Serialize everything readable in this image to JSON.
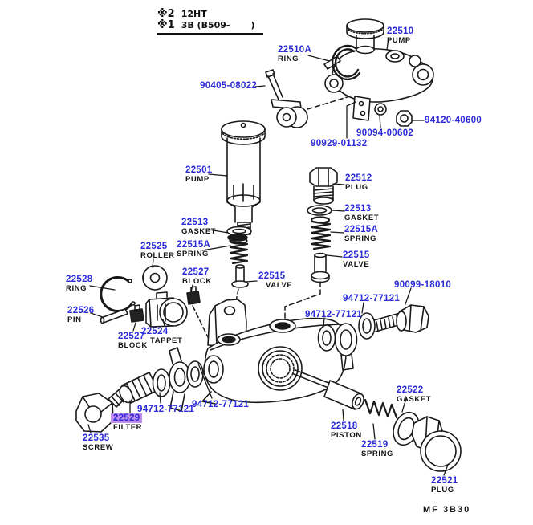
{
  "header": {
    "note_top_mark": "※2",
    "note_top_text": "12HT",
    "note_bottom_mark": "※1",
    "note_bottom_text": "3B (B509-",
    "note_bottom_suffix": ")"
  },
  "footer": {
    "code": "MF 3B30"
  },
  "colors": {
    "part_number_blue": "#2b2bd8",
    "highlight_purple": "#c08df0",
    "line_black": "#1a1a1a",
    "background": "#ffffff"
  },
  "highlighted_part": {
    "number": "22529",
    "name": "FILTER"
  },
  "labels": [
    {
      "number": "22510",
      "name": "PUMP"
    },
    {
      "number": "22510A",
      "name": "RING"
    },
    {
      "number": "90405-08022",
      "name": ""
    },
    {
      "number": "90929-01132",
      "name": ""
    },
    {
      "number": "90094-00602",
      "name": ""
    },
    {
      "number": "94120-40600",
      "name": ""
    },
    {
      "number": "22501",
      "name": "PUMP"
    },
    {
      "number": "22513",
      "name": "GASKET"
    },
    {
      "number": "22512",
      "name": "PLUG"
    },
    {
      "number": "22513",
      "name": "GASKET"
    },
    {
      "number": "22515A",
      "name": "SPRING"
    },
    {
      "number": "22515",
      "name": "VALVE"
    },
    {
      "number": "22525",
      "name": "ROLLER"
    },
    {
      "number": "22515A",
      "name": "SPRING"
    },
    {
      "number": "22527",
      "name": "BLOCK"
    },
    {
      "number": "22515",
      "name": "VALVE"
    },
    {
      "number": "22528",
      "name": "RING"
    },
    {
      "number": "22526",
      "name": "PIN"
    },
    {
      "number": "22524",
      "name": "TAPPET"
    },
    {
      "number": "22527",
      "name": "BLOCK"
    },
    {
      "number": "90099-18010",
      "name": ""
    },
    {
      "number": "94712-77121",
      "name": ""
    },
    {
      "number": "94712-77121",
      "name": ""
    },
    {
      "number": "94712-77121",
      "name": ""
    },
    {
      "number": "94712-77121",
      "name": ""
    },
    {
      "number": "22529",
      "name": "FILTER",
      "highlight": true
    },
    {
      "number": "22535",
      "name": "SCREW"
    },
    {
      "number": "22522",
      "name": "GASKET"
    },
    {
      "number": "22518",
      "name": "PISTON"
    },
    {
      "number": "22519",
      "name": "SPRING"
    },
    {
      "number": "22521",
      "name": "PLUG"
    }
  ]
}
